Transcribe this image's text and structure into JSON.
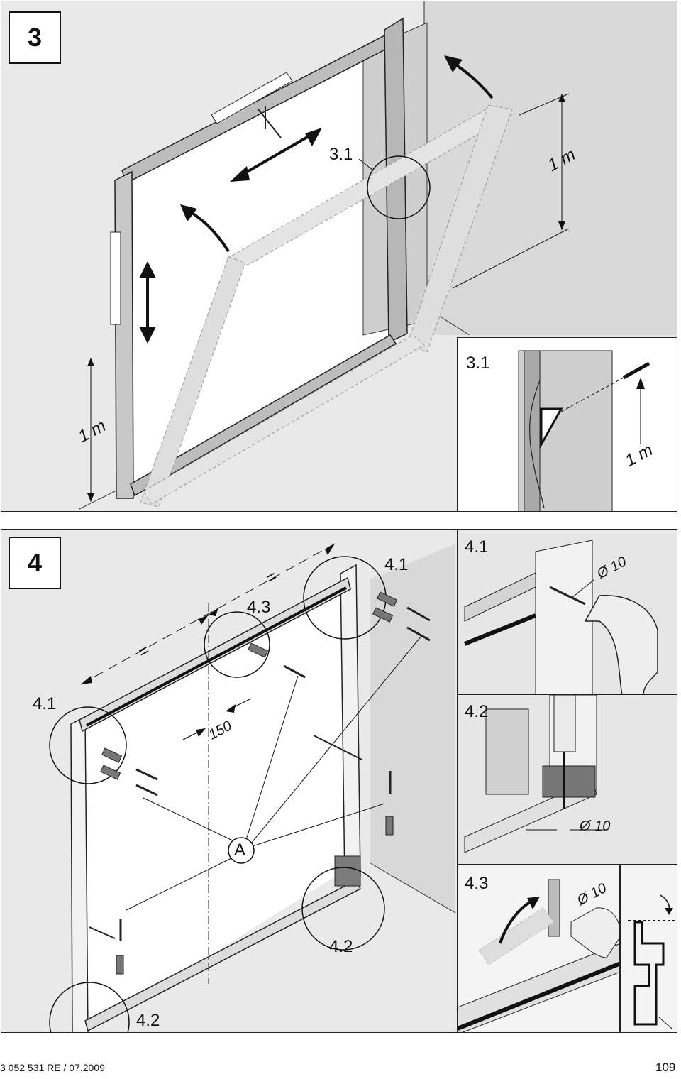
{
  "step3": {
    "number": "3",
    "label_3_1": "3.1",
    "dim_left": "1 m",
    "dim_right": "1 m",
    "detail": {
      "label": "3.1",
      "dim": "1 m"
    }
  },
  "step4": {
    "number": "4",
    "label_4_1_top": "4.1",
    "label_4_3": "4.3",
    "label_4_1_left": "4.1",
    "label_eq_1": "=",
    "label_eq_2": "=",
    "dim_150": "150",
    "label_A": "A",
    "label_4_2_mid": "4.2",
    "label_4_2_bottom": "4.2",
    "detail_4_1": {
      "label": "4.1",
      "drill": "Ø 10"
    },
    "detail_4_2": {
      "label": "4.2",
      "drill": "Ø 10"
    },
    "detail_4_3": {
      "label": "4.3",
      "drill": "Ø 10"
    }
  },
  "footer": {
    "doc_code": "3 052 531  RE / 07.2009",
    "page_number": "109"
  }
}
